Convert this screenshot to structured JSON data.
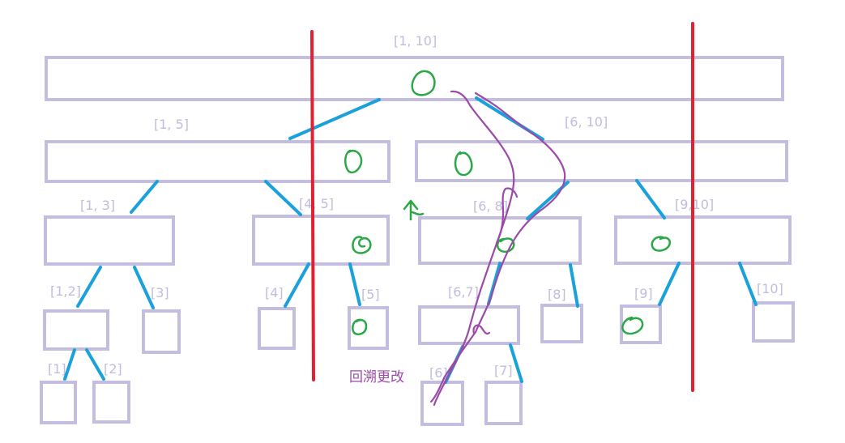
{
  "colors": {
    "node_border": "#c5bde0",
    "node_label": "#c3bcdc",
    "edge": "#1aa1dc",
    "cut_line": "#e02130",
    "mark": "#2aa845",
    "trace": "#9b4aa8"
  },
  "nodes": [
    {
      "id": "n1_10",
      "label": "[1, 10]"
    },
    {
      "id": "n1_5",
      "label": "[1, 5]"
    },
    {
      "id": "n6_10",
      "label": "[6, 10]"
    },
    {
      "id": "n1_3",
      "label": "[1, 3]"
    },
    {
      "id": "n4_5",
      "label": "[4, 5]"
    },
    {
      "id": "n6_8",
      "label": "[6, 8]"
    },
    {
      "id": "n9_10",
      "label": "[9,10]"
    },
    {
      "id": "n1_2",
      "label": "[1,2]"
    },
    {
      "id": "n3",
      "label": "[3]"
    },
    {
      "id": "n4",
      "label": "[4]"
    },
    {
      "id": "n5",
      "label": "[5]"
    },
    {
      "id": "n6_7",
      "label": "[6,7]"
    },
    {
      "id": "n8",
      "label": "[8]"
    },
    {
      "id": "n9",
      "label": "[9]"
    },
    {
      "id": "n10",
      "label": "[10]"
    },
    {
      "id": "n1",
      "label": "[1]"
    },
    {
      "id": "n2",
      "label": "[2]"
    },
    {
      "id": "n6",
      "label": "[6]"
    },
    {
      "id": "n7",
      "label": "[7]"
    }
  ],
  "annotation": {
    "text": "回溯更改"
  },
  "arrow_glyph": "↑"
}
